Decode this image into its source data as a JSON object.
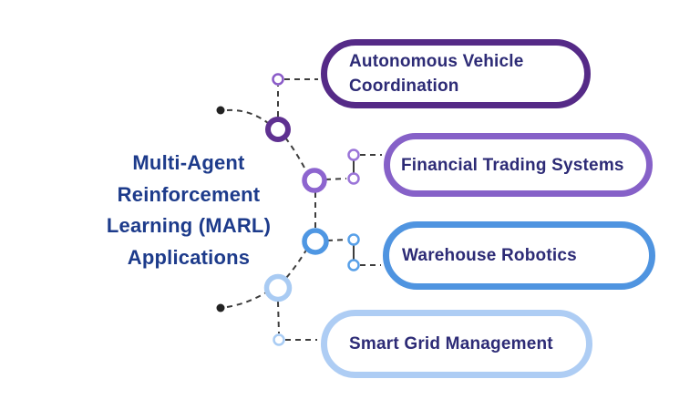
{
  "canvas": {
    "background": "#ffffff"
  },
  "title": {
    "text": "Multi-Agent Reinforcement Learning (MARL) Applications",
    "lines": [
      "Multi-Agent",
      "Reinforcement",
      "Learning (MARL)",
      "Applications"
    ],
    "color": "#1d3b8b"
  },
  "branches": [
    {
      "id": "autonomous-vehicle-coordination",
      "label": "Autonomous Vehicle Coordination",
      "label_lines": [
        "Autonomous Vehicle",
        "Coordination"
      ],
      "pill_border_color": "#552a87",
      "ring_color": "#5f3191",
      "node_dot_color": "#8a5ac8",
      "text_color": "#2d2b76"
    },
    {
      "id": "financial-trading-systems",
      "label": "Financial Trading Systems",
      "label_lines": [
        "Financial Trading Systems"
      ],
      "pill_border_color": "#8661c8",
      "ring_color": "#8d65cf",
      "node_dot_color": "#9a74d8",
      "text_color": "#2d2b76"
    },
    {
      "id": "warehouse-robotics",
      "label": "Warehouse Robotics",
      "label_lines": [
        "Warehouse Robotics"
      ],
      "pill_border_color": "#4f94e0",
      "ring_color": "#4f97e3",
      "node_dot_color": "#58a0e8",
      "text_color": "#2d2b76"
    },
    {
      "id": "smart-grid-management",
      "label": "Smart Grid Management",
      "label_lines": [
        "Smart Grid Management"
      ],
      "pill_border_color": "#aecdf4",
      "ring_color": "#a9cbf3",
      "node_dot_color": "#a9ccf4",
      "text_color": "#2d2b76"
    }
  ],
  "connector_style": {
    "line_color": "#3d3d3d",
    "anchor_dot_color": "#222222"
  }
}
